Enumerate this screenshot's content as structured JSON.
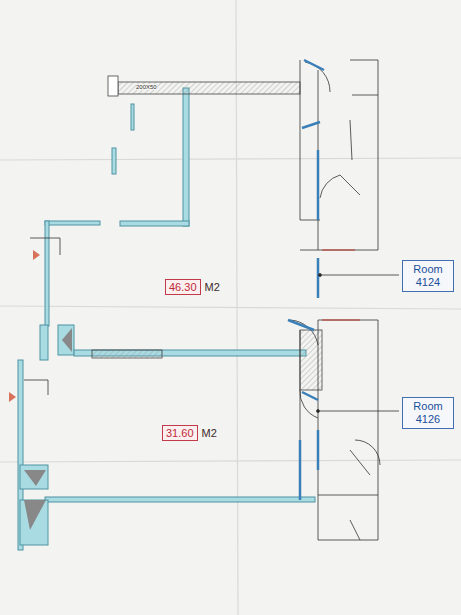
{
  "diagram": {
    "nodes": [
      {
        "text": [
          "Room 4124"
        ]
      },
      {
        "text": [
          "46.30",
          "M2"
        ]
      },
      {
        "text": [
          "Room 4126"
        ]
      },
      {
        "text": [
          "31.60",
          "M2"
        ]
      }
    ],
    "labels": [
      "200X50"
    ]
  }
}
